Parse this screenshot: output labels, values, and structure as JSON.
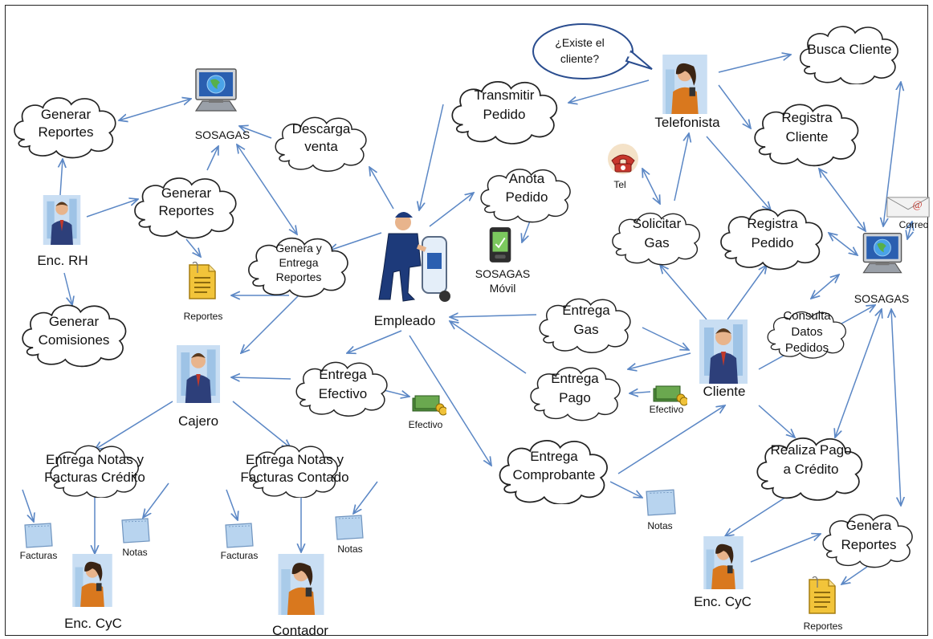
{
  "speech": {
    "line1": "¿Existe el",
    "line2": "cliente?"
  },
  "clouds": {
    "generar_reportes_top": [
      "Generar",
      "Reportes"
    ],
    "generar_reportes_mid": [
      "Generar",
      "Reportes"
    ],
    "generar_comisiones": [
      "Generar",
      "Comisiones"
    ],
    "descarga_venta": [
      "Descarga",
      "venta"
    ],
    "genera_entrega_reportes": [
      "Genera y",
      "Entrega",
      "Reportes"
    ],
    "transmitir_pedido": [
      "Transmitir",
      "Pedido"
    ],
    "anota_pedido": [
      "Anota",
      "Pedido"
    ],
    "busca_cliente": [
      "Busca Cliente"
    ],
    "registra_cliente": [
      "Registra",
      "Cliente"
    ],
    "solicitar_gas": [
      "Solicitar",
      "Gas"
    ],
    "registra_pedido": [
      "Registra",
      "Pedido"
    ],
    "entrega_gas": [
      "Entrega",
      "Gas"
    ],
    "entrega_pago": [
      "Entrega",
      "Pago"
    ],
    "consulta_datos": [
      "Consulta",
      "Datos",
      "Pedidos"
    ],
    "entrega_efectivo": [
      "Entrega",
      "Efectivo"
    ],
    "entrega_comprobante": [
      "Entrega",
      "Comprobante"
    ],
    "realiza_pago": [
      "Realiza Pago",
      "a Crédito"
    ],
    "genera_reportes_br": [
      "Genera",
      "Reportes"
    ],
    "notas_credito": [
      "Entrega Notas y",
      "Facturas Crédito"
    ],
    "notas_contado": [
      "Entrega Notas y",
      "Facturas Contado"
    ]
  },
  "actors": {
    "enc_rh": "Enc. RH",
    "empleado": "Empleado",
    "telefonista": "Telefonista",
    "cliente": "Cliente",
    "cajero": "Cajero",
    "enc_cyc_left": "Enc. CyC",
    "enc_cyc_right": "Enc. CyC",
    "contador": "Contador"
  },
  "systems": {
    "sosagas_top": "SOSAGAS",
    "sosagas_right": "SOSAGAS",
    "sosagas_movil_1": "SOSAGAS",
    "sosagas_movil_2": "Móvil"
  },
  "items": {
    "reportes_left": "Reportes",
    "reportes_br": "Reportes",
    "tel": "Tel",
    "correo": "Correo",
    "efectivo_mid": "Efectivo",
    "efectivo_right": "Efectivo",
    "notas_mid": "Notas",
    "notas_left": "Notas",
    "notas_contado": "Notas",
    "facturas_left": "Facturas",
    "facturas_mid": "Facturas"
  },
  "colors": {
    "arrow": "#5b87c5",
    "cloud_stroke": "#222222",
    "monitor_screen": "#2a5fb0",
    "doc_yellow": "#f2c43a",
    "note_blue": "#b8d4ef",
    "money_green": "#4f8a3c",
    "phone_red": "#c8372d"
  }
}
